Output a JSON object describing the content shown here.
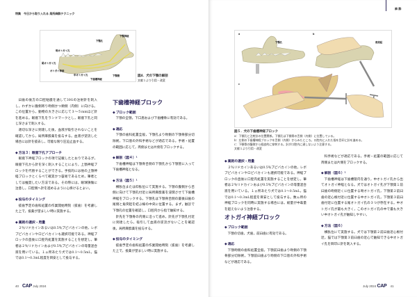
{
  "left": {
    "running_head": "特集　今日から取り入れる 局所麻酔テクニック",
    "figure": {
      "labels": [
        "下顎孔",
        "下顎神経",
        "吻オトガイ孔",
        "尾オトガイ孔",
        "オトガイ神経",
        "中オトガイ孔",
        "下顎管",
        "下歯槽神経"
      ],
      "caption_title": "図4．犬の下顎の解剖",
      "caption_source": "文献１より引用・改変"
    },
    "col1": [
      {
        "type": "p",
        "text": "臼歯の後方の口腔粘膜を通して30Gの注射針を刺入し，わずかに腹側寄り吻側かつ頬側（内側）に向ける。この位置から，動物の大きさに応じて３〜５mmほど針を進める。眼窩下孔をランドマークとし，眼窩下孔と同じ深さまで刺入する。"
      },
      {
        "type": "p",
        "text": "適切な深さに到達した後，血液が吸引されないことを確認してから，局所麻酔薬を投与する。血液が逆流した場合には針を抜去し，可能な限り圧迫止血する。"
      },
      {
        "type": "h",
        "text": "方法３：眼窩下孔アプローチ"
      },
      {
        "type": "p",
        "text": "眼窩下神経ブロックの項で記載したとおりであるが，眼窩下孔から針を深く刺入することにより，上顎神経ブロックを代替することができる。手技的には他の上顎神経ブロックとくらべて確実かつ容易であるため，筆者としては推奨したい方法である。その際には，眼球損傷に注意し，口腔側へ針を進めるように心掛けるとよい。"
      },
      {
        "type": "h",
        "text": "投与のタイミング"
      },
      {
        "type": "p",
        "text": "抜歯予定の歯科処置の作業開始時刻（抜歯）を考慮した上で，投薬が望ましい時に実施する。"
      },
      {
        "type": "h",
        "text": "薬剤の選択・用量"
      },
      {
        "type": "p",
        "text": "２％リドカインあるいは0.5％ブピバカインの他，レボブピバカインやロピバカインも選択可能である。神経ブロックの直後に口腔内処置を実施することを想定し，筆者は２％リドカインおよび0.5％ブピバカインの等量混合液を用いている。１ヵ所あたり犬では0.1〜0.5mL，猫では0.1〜0.3mL程度を目安として投与する。"
      }
    ],
    "col2": [
      {
        "type": "t",
        "text": "下歯槽神経ブロック"
      },
      {
        "type": "h",
        "text": "ブロック範囲"
      },
      {
        "type": "p",
        "text": "下顎の全顎，下口唇および下歯槽骨に有効である。"
      },
      {
        "type": "h",
        "text": "適応"
      },
      {
        "type": "p",
        "text": "下顎の歯科処置全般，下顎孔より吻側の下顎骨部分切除術，下口唇の外科手術などが適応である。手術・処置の範囲に応じて，両側または片側をブロックする。"
      },
      {
        "type": "h",
        "text": "解剖（図４）¹"
      },
      {
        "type": "p",
        "text": "下歯槽神経は下顎骨舌側の下顎孔から下顎管に入って下歯槽神経となる。"
      },
      {
        "type": "h",
        "text": "方法（図５）¹"
      },
      {
        "type": "p",
        "text": "横臥位または仰臥位にて実施する。下顎の腹側から舌側に向けて下顎孔付近に局所麻酔薬を浸潤させて下歯槽神経をブロックする。下顎孔は下顎骨舌側の最後臼歯の尾側と角突起を結ぶ線の中央に位置する。まず，触診で下顎孔の位置を確認し，口腔内から指で触知する。"
      },
      {
        "type": "p",
        "text": "針先を下顎骨の内側に沿って進め，針先が下顎孔付近に到達したら，吸引して血液の逆流がないことを確認後，局所麻酔薬を投与する。"
      },
      {
        "type": "h",
        "text": "投与のタイミング"
      },
      {
        "type": "p",
        "text": "抜歯予定の歯科処置の作業開始時刻（抜歯）を考慮した上で，投薬が望ましい時に実施する。"
      }
    ],
    "page_number": "40",
    "brand": "CAP",
    "issue": "July 2024"
  },
  "right": {
    "running_head": "麻 酔",
    "figure": {
      "panel_labels": [
        "a",
        "b",
        "c"
      ],
      "labels": [
        "下顎孔",
        "角突起"
      ],
      "caption_title": "図５．犬の下歯槽神経ブロック",
      "caption_lines": [
        "a：下顎孔と注射針の位置関係。下顎孔は下顎骨の舌側（内側）に位置している。",
        "b：左側の下歯槽神経ブロックを舌側（内側）からみたところ。口腔内に入れた指を目印に針を進める。",
        "c：下顎骨の腹側から経皮的に穿刺する。針が口腔内に達しないよう注意する。"
      ],
      "caption_source": "文献１より引用・改変"
    },
    "col1": [
      {
        "type": "h",
        "text": "薬剤の選択・用量"
      },
      {
        "type": "p",
        "text": "２％リドカインあるいは0.5％ブピバカインの他，レボブピバカインやロピバカインも選択可能である。神経ブロックの直後に口腔内処置を実施することを想定し，筆者は２％リドカインおよび0.5％ブピバカインの等量混合液を用いている。１ヵ所あたり犬では0.1〜0.5mL，猫では0.1〜0.3mL程度を目安として投与する。数ヵ所の神経ブロックを同時に実施する場合には，総量が中毒量を超えないよう注意する。"
      },
      {
        "type": "t",
        "text": "オトガイ神経ブロック"
      },
      {
        "type": "h",
        "text": "ブロック範囲"
      },
      {
        "type": "p",
        "text": "下顎の切歯，犬歯，前臼歯に有効である。"
      },
      {
        "type": "h",
        "text": "適応"
      },
      {
        "type": "p",
        "text": "下顎吻側の歯科処置全般，下顎前臼歯より吻側の下顎骨部分切除術，下顎前臼歯より吻側の下口唇の外科手術などが適応である。"
      }
    ],
    "col2": [
      {
        "type": "p",
        "text": "科手術などが適応である。手術・処置の範囲に応じて両側または片側をブロックする。"
      },
      {
        "type": "h",
        "text": "解剖（図６）¹"
      },
      {
        "type": "p",
        "text": "下歯槽神経は下歯槽管内を通り，中オトガイ孔から出てオトガイ神経となる。犬ではオトガイ孔が下顎第１前臼歯の吻側近くに位置する吻オトガイ孔，下顎第２前臼歯の近心根付近に位置する中オトガイ孔，下顎第３前臼歯付近に位置する尾オトガイ孔の３つが存在する。中オトガイ孔が最も大きく，このオトガイ孔の中で最も大きい中オトガイ孔が触知しやすい。"
      },
      {
        "type": "h",
        "text": "方法（図６）"
      },
      {
        "type": "p",
        "text": "横臥位にて実施する。犬では下顎第２前臼歯近心根付近，猫では下顎第３前臼歯の近心で触知できる中オトガイ孔を目印に針を刺入する。"
      }
    ],
    "page_number": "41",
    "brand": "CAP",
    "issue": "July 2024"
  },
  "colors": {
    "heading": "#2b2459",
    "bone": "#d9d4b0",
    "nerve": "#e8d94a",
    "skin": "#f1dcb0",
    "dog": "#e3c98a"
  }
}
